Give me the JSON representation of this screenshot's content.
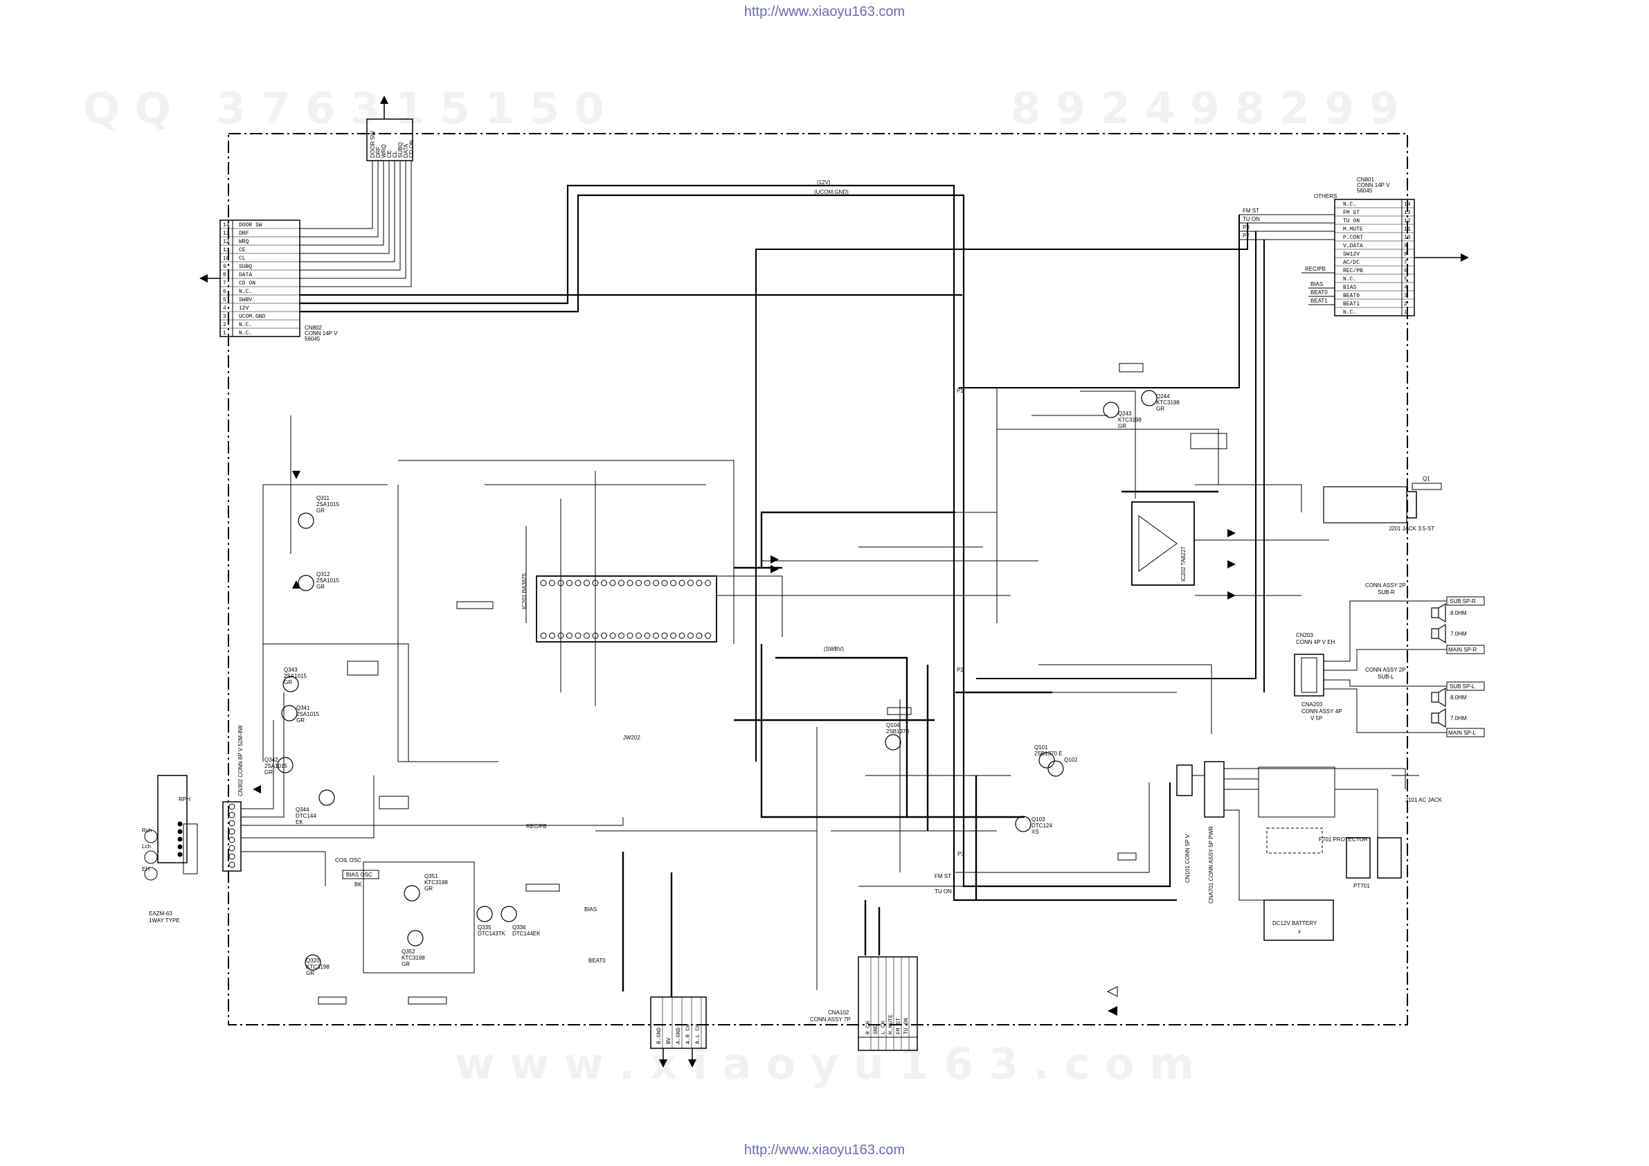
{
  "header": {
    "url_top": "http://www.xiaoyu163.com",
    "url_bottom": "http://www.xiaoyu163.com"
  },
  "watermarks": {
    "qq": "Q Q   3 7 6 3 1 5 1 5 0",
    "phone": "8 9 2 4 9 8 2 9 9",
    "site": "w w w . x i a o y u 1 6 3 . c o m"
  },
  "cn802": {
    "title": "CN802",
    "sub1": "CONN 14P V",
    "sub2": "56045",
    "pins": [
      {
        "n": "14",
        "name": "DOOR SW"
      },
      {
        "n": "13",
        "name": "DRF"
      },
      {
        "n": "12",
        "name": "WRQ"
      },
      {
        "n": "11",
        "name": "CE"
      },
      {
        "n": "10",
        "name": "CL"
      },
      {
        "n": "9",
        "name": "SUBQ"
      },
      {
        "n": "8",
        "name": "DATA"
      },
      {
        "n": "7",
        "name": "CD ON"
      },
      {
        "n": "6",
        "name": "N.C."
      },
      {
        "n": "5",
        "name": "SWBV"
      },
      {
        "n": "4",
        "name": "12V"
      },
      {
        "n": "3",
        "name": "UCOM.GND"
      },
      {
        "n": "2",
        "name": "N.C."
      },
      {
        "n": "1",
        "name": "N.C."
      }
    ]
  },
  "top_connector_labels": [
    "DOOR SW",
    "DRF",
    "WRQ",
    "CE",
    "CL",
    "SUBQ",
    "DATA",
    "CD ON"
  ],
  "cn801": {
    "title": "CN801",
    "sub1": "CONN 14P V",
    "sub2": "56045",
    "others": "OTHERS",
    "pins": [
      {
        "n": "14",
        "name": "N.C."
      },
      {
        "n": "13",
        "name": "FM ST"
      },
      {
        "n": "12",
        "name": "TU ON"
      },
      {
        "n": "11",
        "name": "M.MUTE"
      },
      {
        "n": "10",
        "name": "P.CONT"
      },
      {
        "n": "9",
        "name": "V.DATA"
      },
      {
        "n": "8",
        "name": "SW12V"
      },
      {
        "n": "7",
        "name": "AC/DC"
      },
      {
        "n": "6",
        "name": "REC/PB"
      },
      {
        "n": "5",
        "name": "N.C."
      },
      {
        "n": "4",
        "name": "BIAS"
      },
      {
        "n": "3",
        "name": "BEAT0"
      },
      {
        "n": "2",
        "name": "BEAT1"
      },
      {
        "n": "1",
        "name": "N.C."
      }
    ],
    "signal_labels": [
      "FM ST",
      "TU ON",
      "P3",
      "P2",
      "REC/PB",
      "BIAS",
      "BEAT0",
      "BEAT1"
    ]
  },
  "bus_labels": {
    "top_12v": "(12V)",
    "top_ucom": "(UCOM.GND)",
    "swbv": "(SWBV)",
    "recpb": "REC/PB",
    "bias": "BIAS",
    "beat": "BEAT0"
  },
  "components": [
    {
      "ref": "Q311",
      "val": "2SA1015",
      "extra": "GR",
      "pos": "q311"
    },
    {
      "ref": "Q312",
      "val": "2SA1015",
      "extra": "GR",
      "pos": "q312"
    },
    {
      "ref": "Q343",
      "val": "2SA1015",
      "extra": "GR",
      "pos": "q343"
    },
    {
      "ref": "Q341",
      "val": "2SA1015",
      "extra": "GR",
      "pos": "q341"
    },
    {
      "ref": "Q342",
      "val": "2SA1015",
      "extra": "GR",
      "pos": "q342"
    },
    {
      "ref": "Q344",
      "val": "DTC144",
      "extra": "EK",
      "pos": "q344"
    },
    {
      "ref": "Q351",
      "val": "KTC3198",
      "extra": "GR",
      "pos": "q351"
    },
    {
      "ref": "Q352",
      "val": "KTC3198",
      "extra": "GR",
      "pos": "q352"
    },
    {
      "ref": "Q335",
      "val": "DTC143TK",
      "extra": "",
      "pos": "q335"
    },
    {
      "ref": "Q336",
      "val": "DTC144EK",
      "extra": "",
      "pos": "q336"
    },
    {
      "ref": "Q320",
      "val": "KTC3198",
      "extra": "GR",
      "pos": "q320"
    },
    {
      "ref": "Q104",
      "val": "2SB1370",
      "extra": "",
      "pos": "q104"
    },
    {
      "ref": "Q101",
      "val": "2SB1370 E",
      "extra": "",
      "pos": "q101"
    },
    {
      "ref": "Q102",
      "val": "",
      "extra": "",
      "pos": "q102"
    },
    {
      "ref": "Q103",
      "val": "DTC124",
      "extra": "XS",
      "pos": "q103"
    },
    {
      "ref": "Q243",
      "val": "KTC3198",
      "extra": "GR",
      "pos": "q243"
    },
    {
      "ref": "Q244",
      "val": "KTC3198",
      "extra": "GR",
      "pos": "q244"
    }
  ],
  "ic_labels": {
    "ic202": "IC202 TA8227",
    "ic201": "IC201 BA3825"
  },
  "jacks": {
    "j201": "J201 JACK 3.5-ST",
    "q1": "Q1",
    "cn203": "CN203",
    "cn203_sub": "CONN 4P V EH",
    "cna203": "CNA203",
    "cna203_sub": "CONN ASSY 4P",
    "cna203_sub2": "V 5P",
    "sp_r_title": "CONN ASSY 2P",
    "sp_r_sub": "SUB-R",
    "sp_l_title": "CONN ASSY 2P",
    "sp_l_sub": "SUB-L",
    "sub_sp_r": "SUB SP-R",
    "main_sp_r": "MAIN SP-R",
    "sub_sp_l": "SUB SP-L",
    "main_sp_l": "MAIN SP-L",
    "ohm8": "8.0HM",
    "ohm7": "7.0HM"
  },
  "power": {
    "j101": "J101 AC JACK",
    "pt701": "PT701",
    "f701": "F701 PROTECTOR",
    "battery": "DC12V BATTERY",
    "battery_x": "x",
    "cn101": "CN101 CONN 5P V",
    "cna701": "CNA701 CONN ASSY 5P PWR"
  },
  "head": {
    "type": "EAZM-63",
    "sub": "1WAY TYPE",
    "rch": "Rch",
    "lch": "Lch",
    "eh": "EH",
    "rph": "RPH",
    "cn302": "CN302 CONN 8P V 52M-8W"
  },
  "osc": {
    "coil": "COIL OSC",
    "bias_osc": "BIAS OSC",
    "bk": "BK"
  },
  "cna102": {
    "title": "CNA102",
    "sub": "CONN ASSY 7P",
    "pins": [
      "R CH",
      "GND",
      "L CH",
      "M.MUTE",
      "FM ST",
      "TU ON"
    ]
  },
  "bottom_conn": {
    "pins": [
      "B.GND",
      "BV",
      "A.GND",
      "A.R CH",
      "A.L CH"
    ]
  },
  "mid_labels": {
    "fmst": "FM ST",
    "tuon": "TU ON",
    "p2": "P2",
    "p3": "P3",
    "p1": "P1",
    "jw202": "JW202"
  }
}
